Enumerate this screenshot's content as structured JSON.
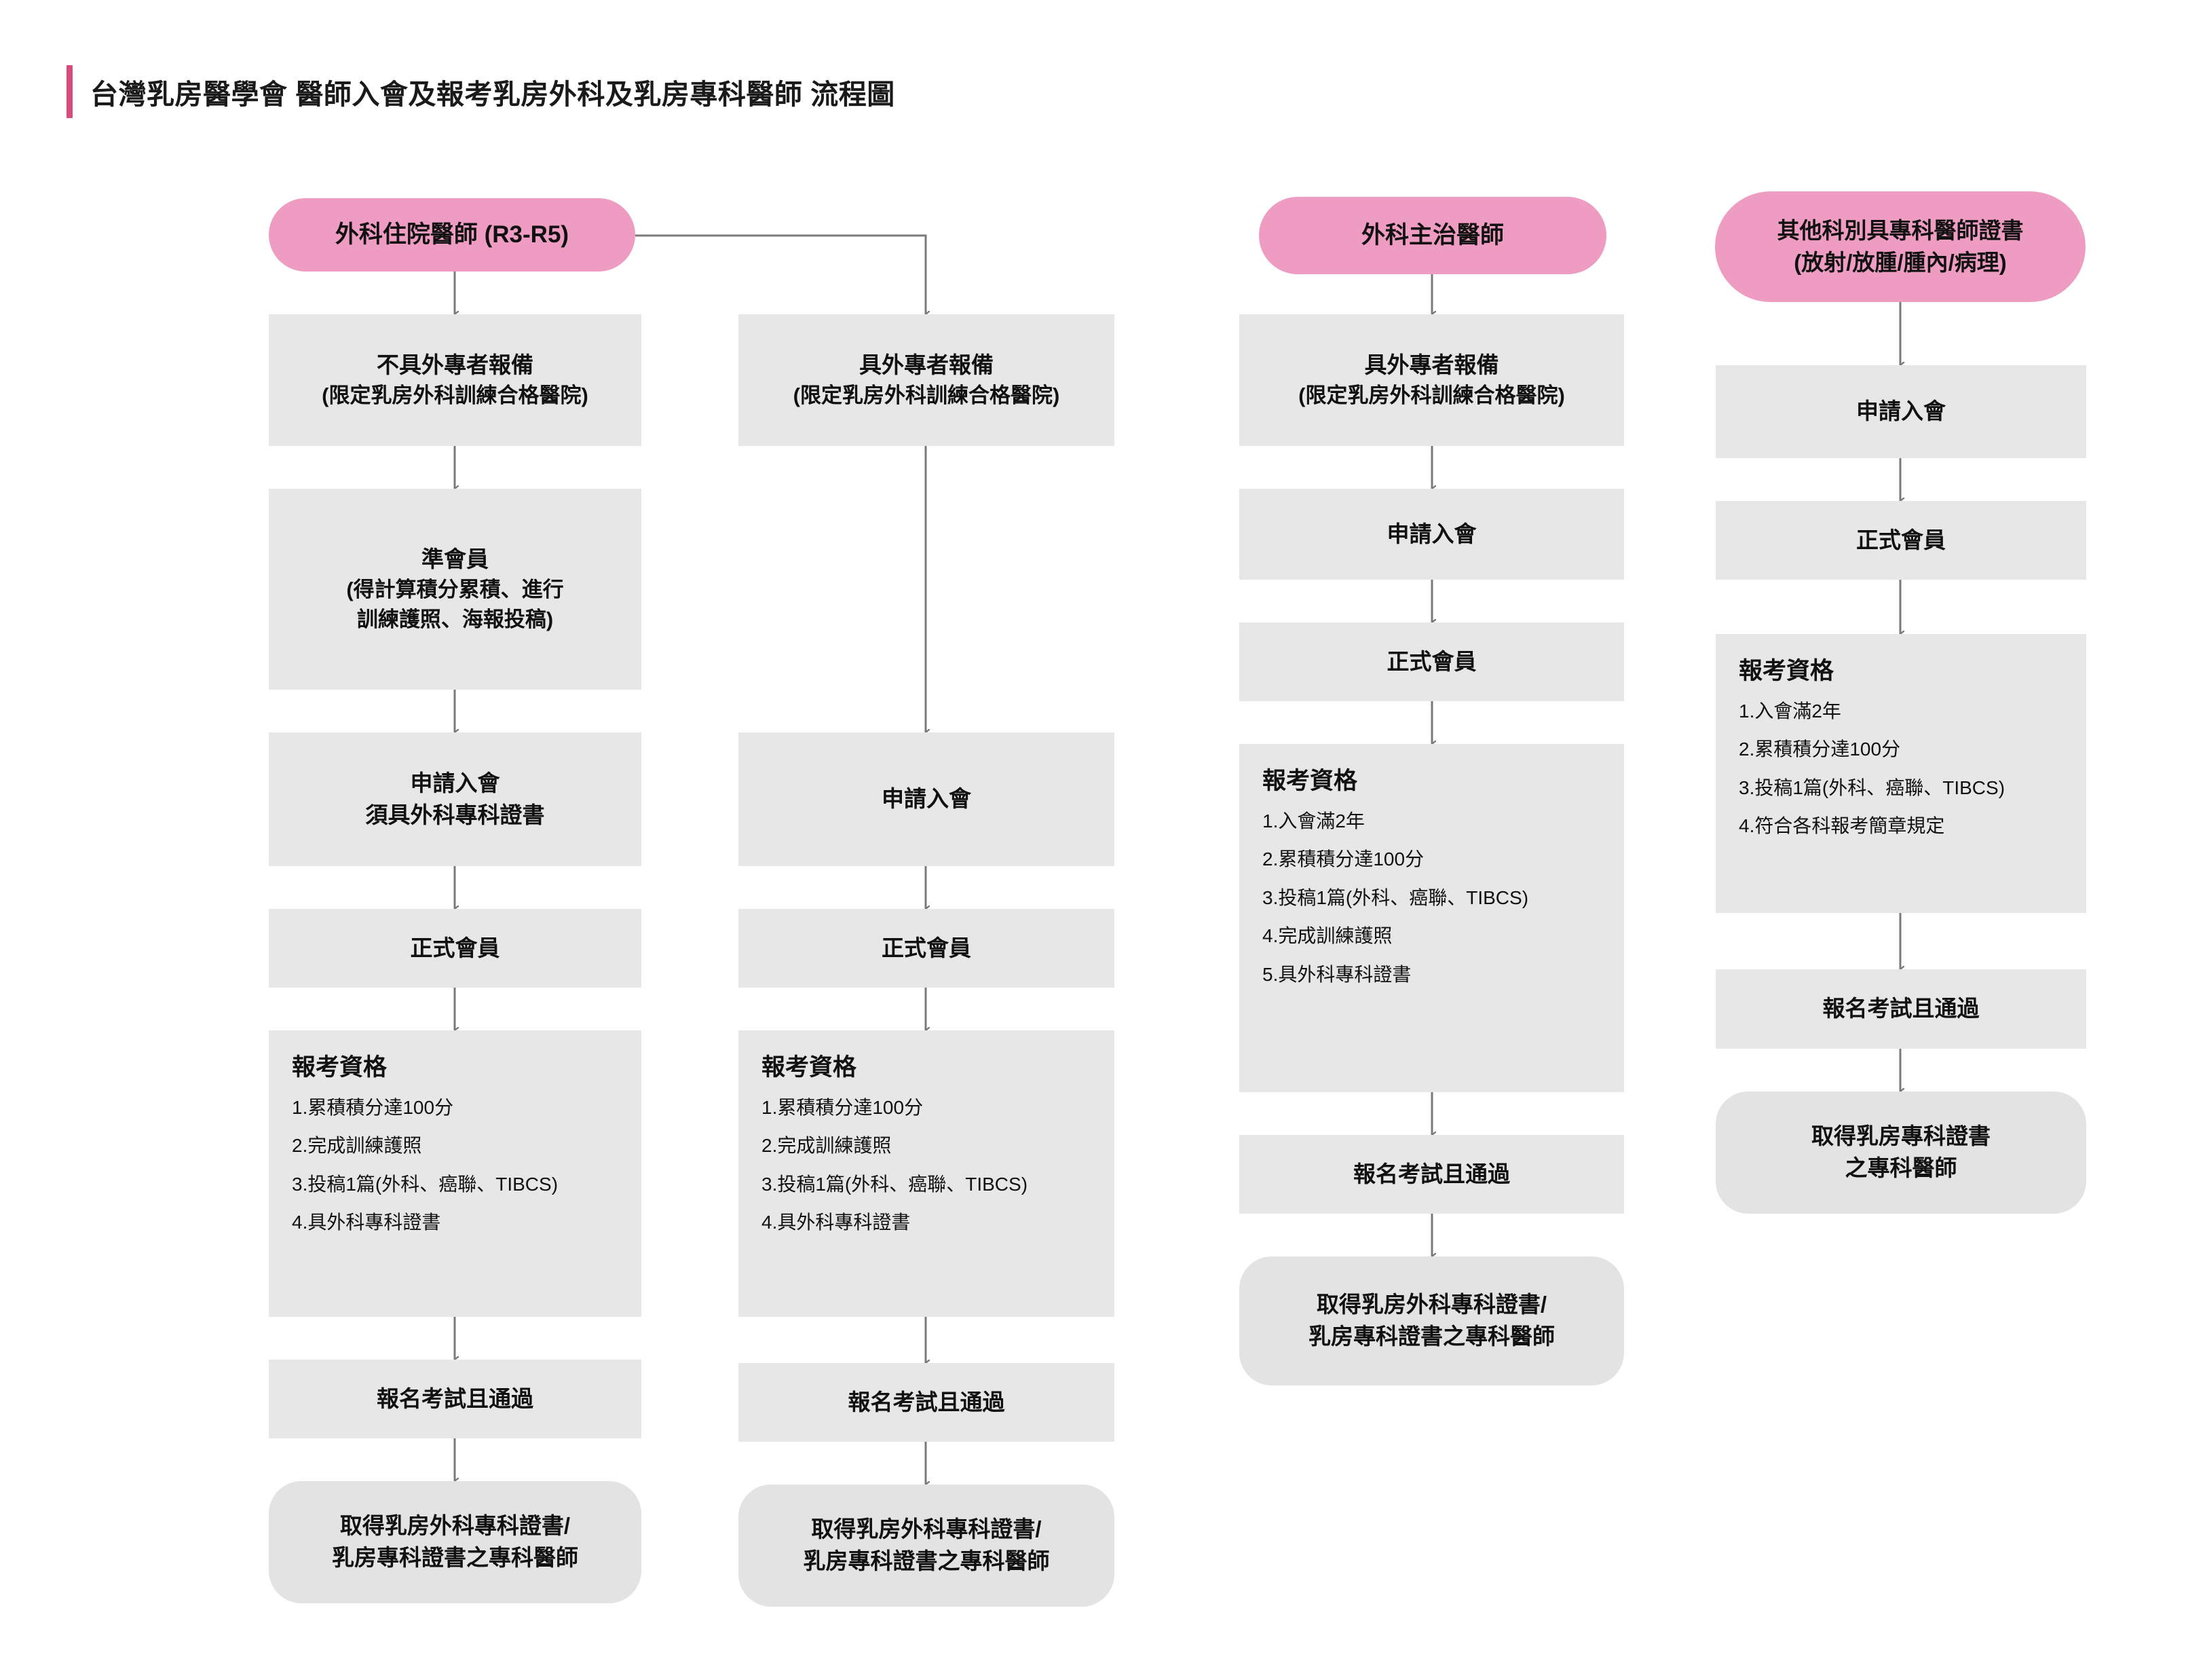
{
  "page": {
    "title": "台灣乳房醫學會 醫師入會及報考乳房外科及乳房專科醫師 流程圖",
    "accent_color": "#d94a7e",
    "start_node_color": "#ef9cc2",
    "step_node_color": "#e7e7e7",
    "connector_color": "#7a7a7a",
    "background_color": "#ffffff"
  },
  "columns": [
    {
      "id": "col-surgical-resident",
      "start": {
        "label": "外科住院醫師 (R3-R5)"
      },
      "nodes": [
        {
          "id": "c1-n1",
          "type": "step",
          "lines": [
            "不具外專者報備",
            "(限定乳房外科訓練合格醫院)"
          ]
        },
        {
          "id": "c1-n2",
          "type": "step",
          "lines": [
            "準會員",
            "(得計算積分累積、進行",
            "訓練護照、海報投稿)"
          ]
        },
        {
          "id": "c1-n3",
          "type": "step",
          "lines": [
            "申請入會",
            "須具外科專科證書"
          ]
        },
        {
          "id": "c1-n4",
          "type": "step",
          "lines": [
            "正式會員"
          ]
        },
        {
          "id": "c1-n5",
          "type": "listbox",
          "title": "報考資格",
          "items": [
            "1.累積積分達100分",
            "2.完成訓練護照",
            "3.投稿1篇(外科、癌聯、TIBCS)",
            "4.具外科專科證書"
          ]
        },
        {
          "id": "c1-n6",
          "type": "step",
          "lines": [
            "報名考試且通過"
          ]
        },
        {
          "id": "c1-n7",
          "type": "terminal",
          "lines": [
            "取得乳房外科專科證書/",
            "乳房專科證書之專科醫師"
          ]
        }
      ]
    },
    {
      "id": "col-surgical-resident-branch",
      "start": null,
      "nodes": [
        {
          "id": "c2-n1",
          "type": "step",
          "lines": [
            "具外專者報備",
            "(限定乳房外科訓練合格醫院)"
          ]
        },
        {
          "id": "c2-n2",
          "type": "step",
          "lines": [
            "申請入會"
          ]
        },
        {
          "id": "c2-n3",
          "type": "step",
          "lines": [
            "正式會員"
          ]
        },
        {
          "id": "c2-n4",
          "type": "listbox",
          "title": "報考資格",
          "items": [
            "1.累積積分達100分",
            "2.完成訓練護照",
            "3.投稿1篇(外科、癌聯、TIBCS)",
            "4.具外科專科證書"
          ]
        },
        {
          "id": "c2-n5",
          "type": "step",
          "lines": [
            "報名考試且通過"
          ]
        },
        {
          "id": "c2-n6",
          "type": "terminal",
          "lines": [
            "取得乳房外科專科證書/",
            "乳房專科證書之專科醫師"
          ]
        }
      ]
    },
    {
      "id": "col-attending-surgeon",
      "start": {
        "label": "外科主治醫師"
      },
      "nodes": [
        {
          "id": "c3-n1",
          "type": "step",
          "lines": [
            "具外專者報備",
            "(限定乳房外科訓練合格醫院)"
          ]
        },
        {
          "id": "c3-n2",
          "type": "step",
          "lines": [
            "申請入會"
          ]
        },
        {
          "id": "c3-n3",
          "type": "step",
          "lines": [
            "正式會員"
          ]
        },
        {
          "id": "c3-n4",
          "type": "listbox",
          "title": "報考資格",
          "items": [
            "1.入會滿2年",
            "2.累積積分達100分",
            "3.投稿1篇(外科、癌聯、TIBCS)",
            "4.完成訓練護照",
            "5.具外科專科證書"
          ]
        },
        {
          "id": "c3-n5",
          "type": "step",
          "lines": [
            "報名考試且通過"
          ]
        },
        {
          "id": "c3-n6",
          "type": "terminal",
          "lines": [
            "取得乳房外科專科證書/",
            "乳房專科證書之專科醫師"
          ]
        }
      ]
    },
    {
      "id": "col-other-specialty",
      "start": {
        "label_line1": "其他科別具專科醫師證書",
        "label_line2": "(放射/放腫/腫內/病理)"
      },
      "nodes": [
        {
          "id": "c4-n1",
          "type": "step",
          "lines": [
            "申請入會"
          ]
        },
        {
          "id": "c4-n2",
          "type": "step",
          "lines": [
            "正式會員"
          ]
        },
        {
          "id": "c4-n3",
          "type": "listbox",
          "title": "報考資格",
          "items": [
            "1.入會滿2年",
            "2.累積積分達100分",
            "3.投稿1篇(外科、癌聯、TIBCS)",
            "4.符合各科報考簡章規定"
          ]
        },
        {
          "id": "c4-n4",
          "type": "step",
          "lines": [
            "報名考試且通過"
          ]
        },
        {
          "id": "c4-n5",
          "type": "terminal",
          "lines": [
            "取得乳房專科證書",
            "之專科醫師"
          ]
        }
      ]
    }
  ]
}
